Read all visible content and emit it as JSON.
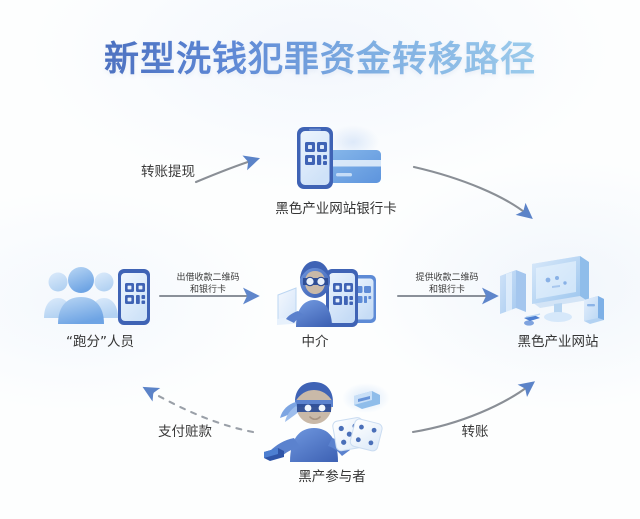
{
  "title": "新型洗钱犯罪资金转移路径",
  "colors": {
    "title_gradient_start": "#4a6fc0",
    "title_gradient_end": "#9fd0ef",
    "arrow_line": "#8a8f96",
    "arrow_head": "#5b83c8",
    "accent_blue": "#4a79d4",
    "light_blue": "#bcd8f2",
    "background": "#fdfefe",
    "label_text": "#353535"
  },
  "nodes": {
    "runners": {
      "label": "“跑分”人员",
      "icon": "people-group-with-qr-phone-icon"
    },
    "intermediary": {
      "label": "中介",
      "icon": "hacker-with-laptop-and-phones-icon"
    },
    "black_site": {
      "label": "黑色产业网站",
      "icon": "desktop-computer-isometric-icon"
    },
    "bank_card": {
      "label": "黑色产业网站银行卡",
      "icon": "phone-qr-and-bank-card-icon"
    },
    "participant": {
      "label": "黑产参与者",
      "icon": "masked-gambler-with-dice-icon"
    }
  },
  "arrows": {
    "withdraw": {
      "label": "转账提现",
      "style": "curve",
      "direction": "up-right"
    },
    "lend_qr": {
      "label_line1": "出借收款二维码",
      "label_line2": "和银行卡",
      "style": "straight",
      "direction": "right"
    },
    "provide_qr": {
      "label_line1": "提供收款二维码",
      "label_line2": "和银行卡",
      "style": "straight",
      "direction": "right"
    },
    "site_to_card": {
      "label": "",
      "style": "curve",
      "direction": "down-right"
    },
    "pay_stolen": {
      "label": "支付赃款",
      "style": "dashed",
      "direction": "up-left"
    },
    "transfer": {
      "label": "转账",
      "style": "curve",
      "direction": "up-right"
    }
  }
}
